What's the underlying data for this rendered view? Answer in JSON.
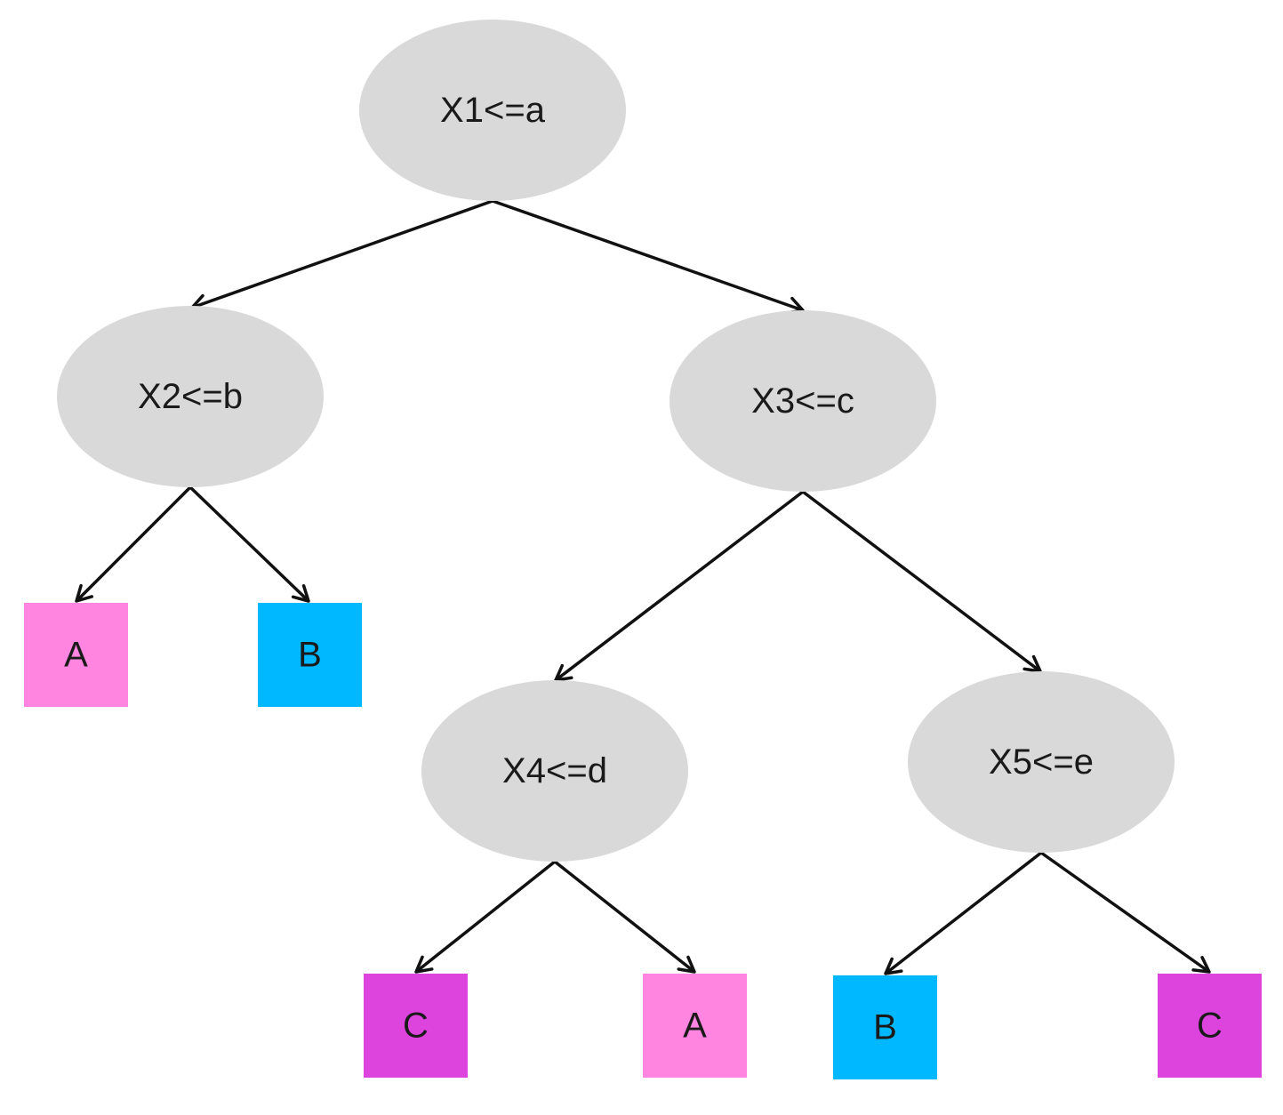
{
  "colors": {
    "decision_fill": "#d9d9d9",
    "class_A": "#ff85e0",
    "class_B": "#00b8ff",
    "class_C": "#dd44dd",
    "edge": "#111111"
  },
  "tree": {
    "nodes": [
      {
        "id": "n1",
        "kind": "decision",
        "label": "X1<=a"
      },
      {
        "id": "n2",
        "kind": "decision",
        "label": "X2<=b"
      },
      {
        "id": "n3",
        "kind": "decision",
        "label": "X3<=c"
      },
      {
        "id": "l1",
        "kind": "leaf",
        "label": "A",
        "class": "A"
      },
      {
        "id": "l2",
        "kind": "leaf",
        "label": "B",
        "class": "B"
      },
      {
        "id": "n4",
        "kind": "decision",
        "label": "X4<=d"
      },
      {
        "id": "n5",
        "kind": "decision",
        "label": "X5<=e"
      },
      {
        "id": "l3",
        "kind": "leaf",
        "label": "C",
        "class": "C"
      },
      {
        "id": "l4",
        "kind": "leaf",
        "label": "A",
        "class": "A"
      },
      {
        "id": "l5",
        "kind": "leaf",
        "label": "B",
        "class": "B"
      },
      {
        "id": "l6",
        "kind": "leaf",
        "label": "C",
        "class": "C"
      }
    ],
    "edges": [
      {
        "from": "n1",
        "to": "n2"
      },
      {
        "from": "n1",
        "to": "n3"
      },
      {
        "from": "n2",
        "to": "l1"
      },
      {
        "from": "n2",
        "to": "l2"
      },
      {
        "from": "n3",
        "to": "n4"
      },
      {
        "from": "n3",
        "to": "n5"
      },
      {
        "from": "n4",
        "to": "l3"
      },
      {
        "from": "n4",
        "to": "l4"
      },
      {
        "from": "n5",
        "to": "l5"
      },
      {
        "from": "n5",
        "to": "l6"
      }
    ]
  }
}
